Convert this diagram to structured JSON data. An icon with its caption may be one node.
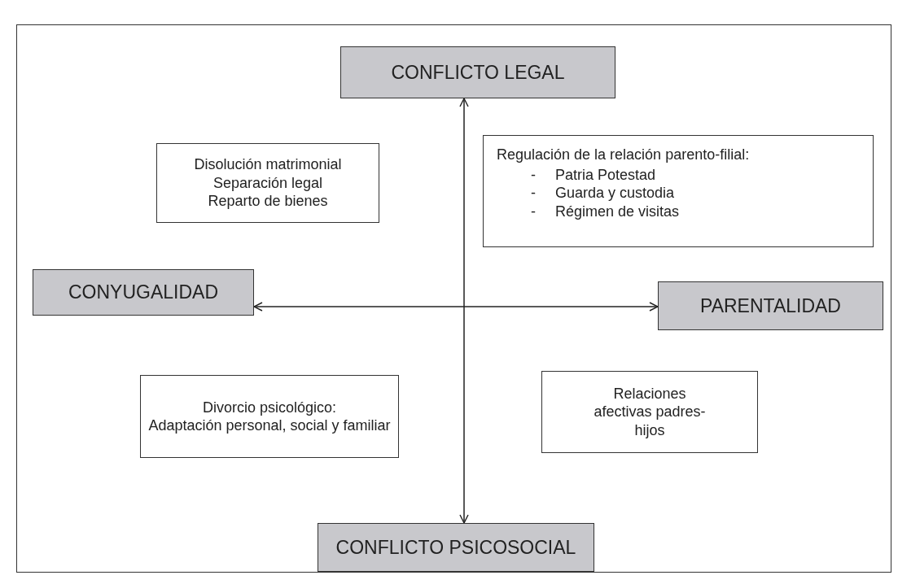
{
  "diagram": {
    "nodes": [
      {
        "text": [
          "CONFLICTO LEGAL"
        ]
      },
      {
        "text": [
          "Disolución matrimonial",
          "Separación legal",
          "Reparto de bienes"
        ]
      },
      {
        "text": [
          "Regulación de la relación parento-filial:",
          "-\tPatria Potestad",
          "-\tGuarda y custodia",
          "-\tRégimen de visitas"
        ]
      },
      {
        "text": [
          "CONYUGALIDAD"
        ]
      },
      {
        "text": [
          "PARENTALIDAD"
        ]
      },
      {
        "text": [
          "Divorcio psicológico:",
          "Adaptación personal, social y familiar"
        ]
      },
      {
        "text": [
          "Relaciones afectivas padres-hijos"
        ]
      },
      {
        "text": [
          "CONFLICTO PSICOSOCIAL"
        ]
      }
    ],
    "edges": [
      {
        "from": 0,
        "to": 7,
        "arrow": "both"
      },
      {
        "from": 3,
        "to": 4,
        "arrow": "both"
      }
    ]
  }
}
